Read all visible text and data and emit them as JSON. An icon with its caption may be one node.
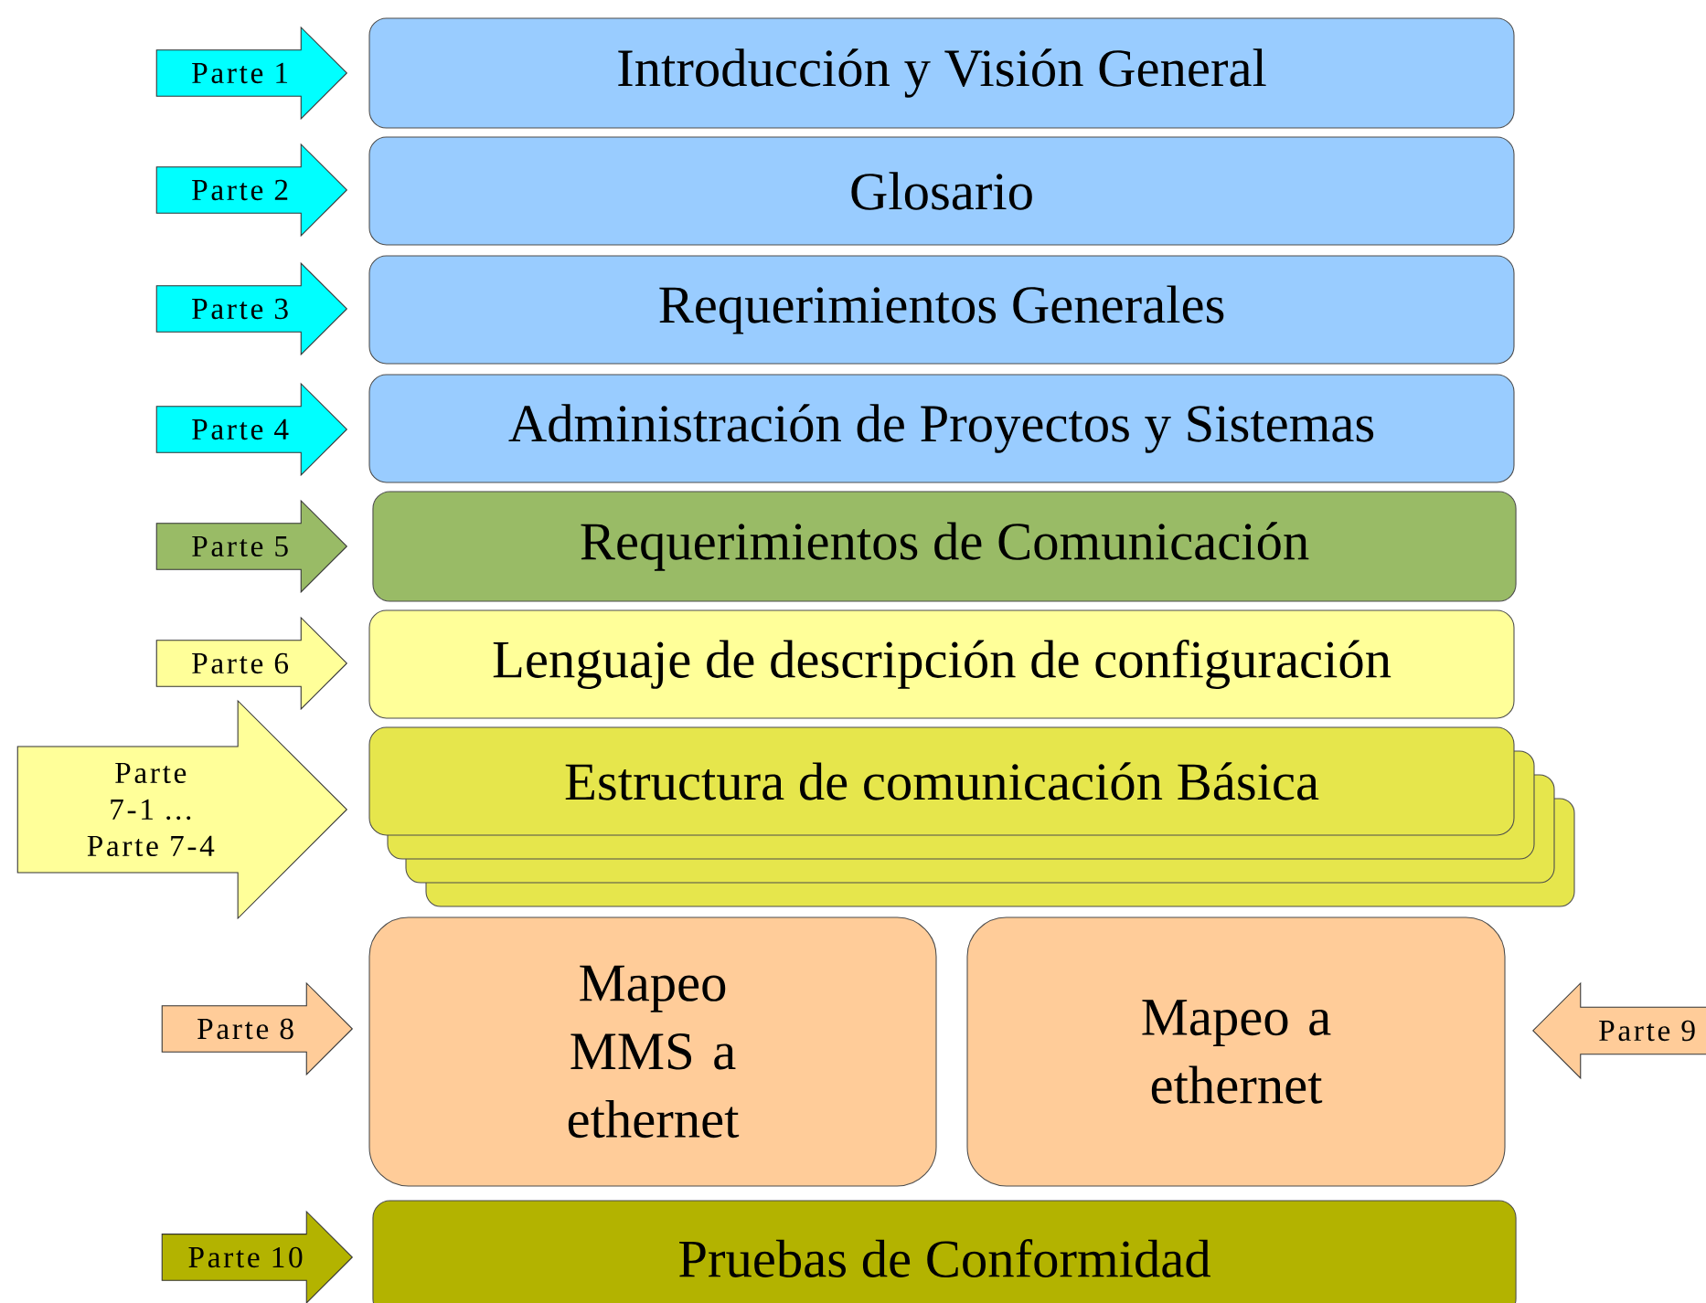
{
  "diagram": {
    "nodes": [
      {
        "text": [
          "Parte 1"
        ]
      },
      {
        "text": [
          "Introducción y Visión General"
        ]
      },
      {
        "text": [
          "Parte 2"
        ]
      },
      {
        "text": [
          "Glosario"
        ]
      },
      {
        "text": [
          "Parte 3"
        ]
      },
      {
        "text": [
          "Requerimientos Generales"
        ]
      },
      {
        "text": [
          "Parte 4"
        ]
      },
      {
        "text": [
          "Administración de Proyectos y Sistemas"
        ]
      },
      {
        "text": [
          "Parte 5"
        ]
      },
      {
        "text": [
          "Requerimientos de Comunicación"
        ]
      },
      {
        "text": [
          "Parte 6"
        ]
      },
      {
        "text": [
          "Lenguaje de descripción de configuración"
        ]
      },
      {
        "text": [
          "Parte 7-1 ... Parte 7-4"
        ]
      },
      {
        "text": [
          "Estructura de comunicación Básica"
        ]
      },
      {
        "text": [
          "Parte 8"
        ]
      },
      {
        "text": [
          "Mapeo MMS a ethernet"
        ]
      },
      {
        "text": [
          "Mapeo a ethernet"
        ]
      },
      {
        "text": [
          "Parte 9"
        ]
      },
      {
        "text": [
          "Parte 10"
        ]
      },
      {
        "text": [
          "Pruebas de Conformidad"
        ]
      }
    ]
  }
}
